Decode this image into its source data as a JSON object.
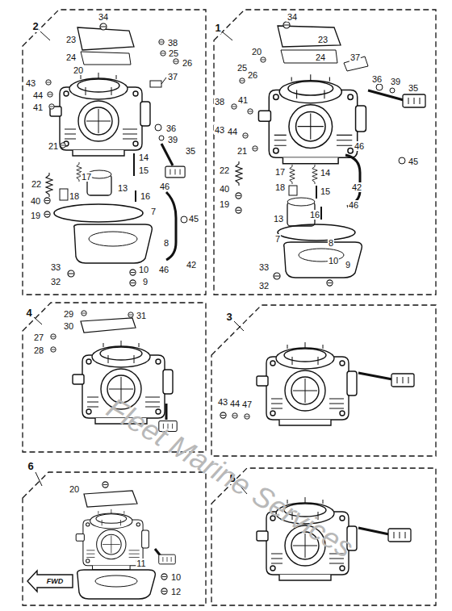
{
  "diagram": {
    "nodes": [
      {
        "text": [
          "2"
        ]
      },
      {
        "text": [
          "1"
        ]
      },
      {
        "text": [
          "4"
        ]
      },
      {
        "text": [
          "3"
        ]
      },
      {
        "text": [
          "6"
        ]
      },
      {
        "text": [
          "FWD"
        ],
        "in": 4
      },
      {
        "text": [
          "5"
        ]
      }
    ],
    "labels": [
      "34",
      "23",
      "24",
      "38",
      "25",
      "26",
      "20",
      "37",
      "43",
      "44",
      "41",
      "21",
      "36",
      "39",
      "35",
      "14",
      "15",
      "17",
      "13",
      "22",
      "18",
      "16",
      "46",
      "40",
      "19",
      "7",
      "8",
      "45",
      "46",
      "42",
      "33",
      "10",
      "32",
      "9",
      "34",
      "20",
      "23",
      "24",
      "37",
      "25",
      "26",
      "36",
      "39",
      "35",
      "38",
      "41",
      "43",
      "44",
      "21",
      "46",
      "45",
      "22",
      "17",
      "14",
      "40",
      "18",
      "15",
      "42",
      "19",
      "13",
      "16",
      "46",
      "7",
      "8",
      "33",
      "10",
      "9",
      "32",
      "29",
      "31",
      "30",
      "27",
      "28",
      "43",
      "44",
      "47",
      "20",
      "11",
      "10",
      "12",
      "Fleet Marine Services"
    ]
  }
}
